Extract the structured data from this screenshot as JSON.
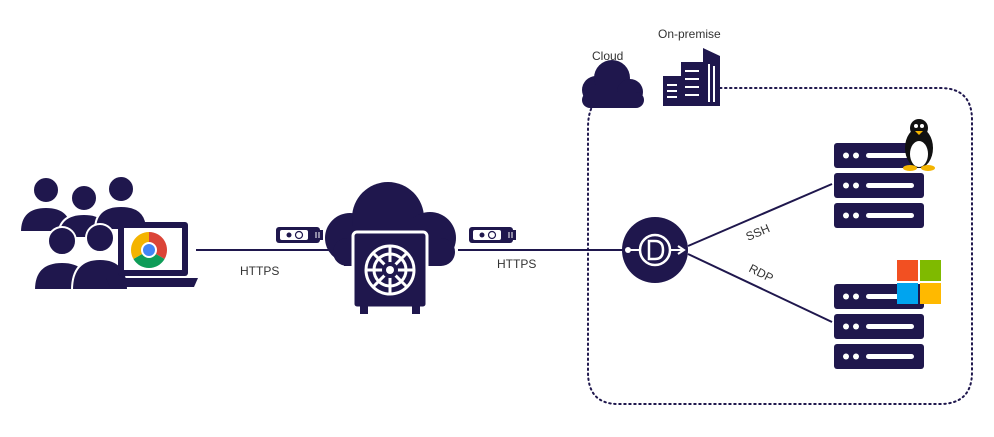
{
  "labels": {
    "cloud": "Cloud",
    "on_premise": "On-premise",
    "https_left": "HTTPS",
    "https_right": "HTTPS",
    "ssh": "SSH",
    "rdp": "RDP"
  },
  "icons": {
    "users": "users-group-icon",
    "browser": "chrome-icon",
    "laptop": "laptop-icon",
    "vault_cloud": "cloud-vault-icon",
    "key_left": "security-key-icon",
    "key_right": "security-key-icon",
    "gateway": "gateway-icon",
    "cloud_small": "cloud-icon",
    "building": "building-icon",
    "linux": "linux-penguin-icon",
    "windows": "windows-logo-icon",
    "server": "server-rack-icon"
  },
  "colors": {
    "primary": "#1f174d",
    "line": "#1f174d",
    "text": "#333333",
    "chrome_red": "#db4437",
    "chrome_yellow": "#f4b400",
    "chrome_green": "#0f9d58",
    "chrome_blue": "#4285f4",
    "win_red": "#f25022",
    "win_green": "#7fba00",
    "win_blue": "#00a4ef",
    "win_yellow": "#ffb900"
  }
}
